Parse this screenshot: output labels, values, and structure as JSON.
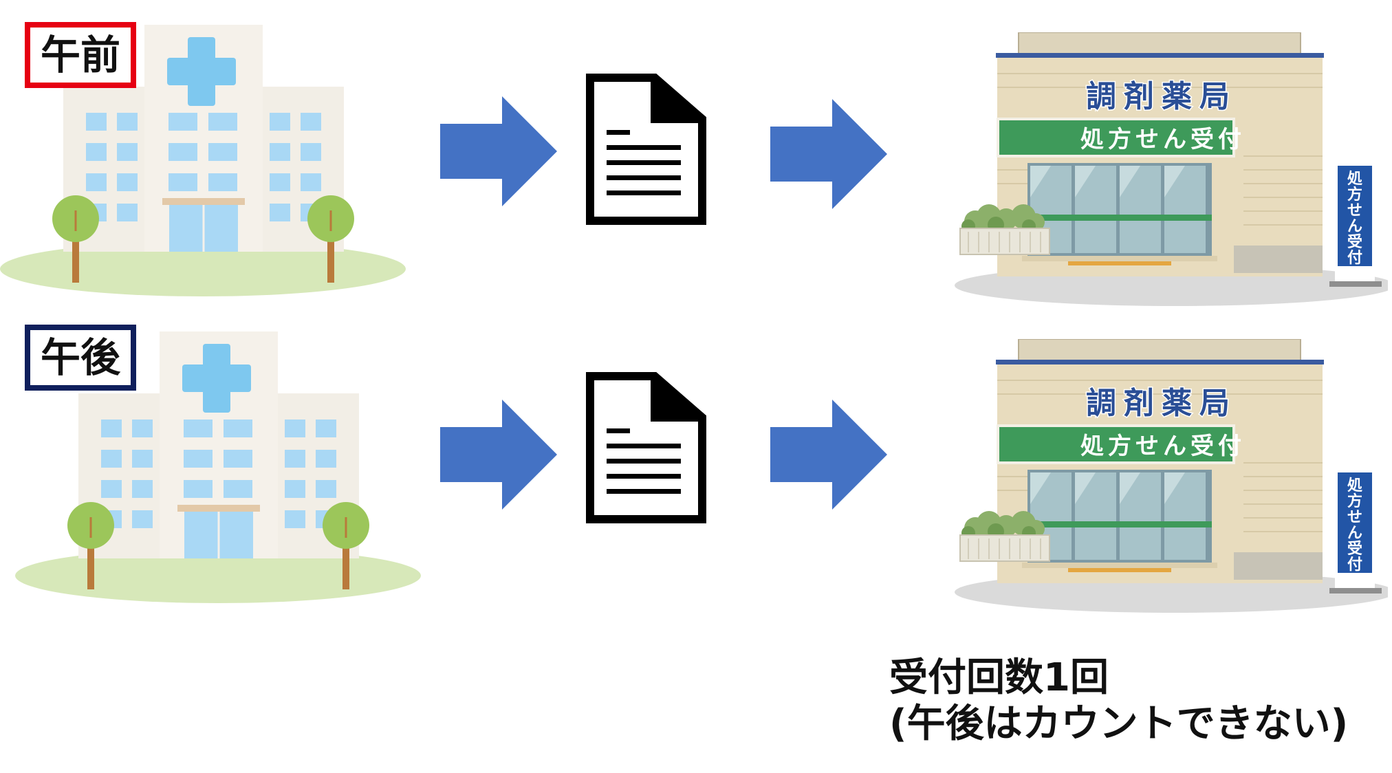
{
  "rows": [
    {
      "time_label": "午前",
      "time_label_color": "#E60012",
      "pharmacy": {
        "name_chars": [
          "調",
          "剤",
          "薬",
          "局"
        ],
        "banner": "処方せん受付",
        "sign_chars": [
          "処",
          "方",
          "せ",
          "ん",
          "受",
          "付"
        ]
      }
    },
    {
      "time_label": "午後",
      "time_label_color": "#0F1F5C",
      "pharmacy": {
        "name_chars": [
          "調",
          "剤",
          "薬",
          "局"
        ],
        "banner": "処方せん受付",
        "sign_chars": [
          "処",
          "方",
          "せ",
          "ん",
          "受",
          "付"
        ]
      }
    }
  ],
  "caption": {
    "line1": "受付回数1回",
    "line2": "(午後はカウントできない)"
  },
  "colors": {
    "arrow": "#4472C4",
    "hospital_cross": "#7EC8EF",
    "window": "#A9D8F5",
    "ground": "#D7E8B9",
    "tree": "#9CC65A",
    "trunk": "#B97A3B",
    "pharmacy_wall": "#E8DCBE",
    "pharmacy_banner": "#3E9A5A",
    "pharmacy_sign": "#2255A6"
  }
}
